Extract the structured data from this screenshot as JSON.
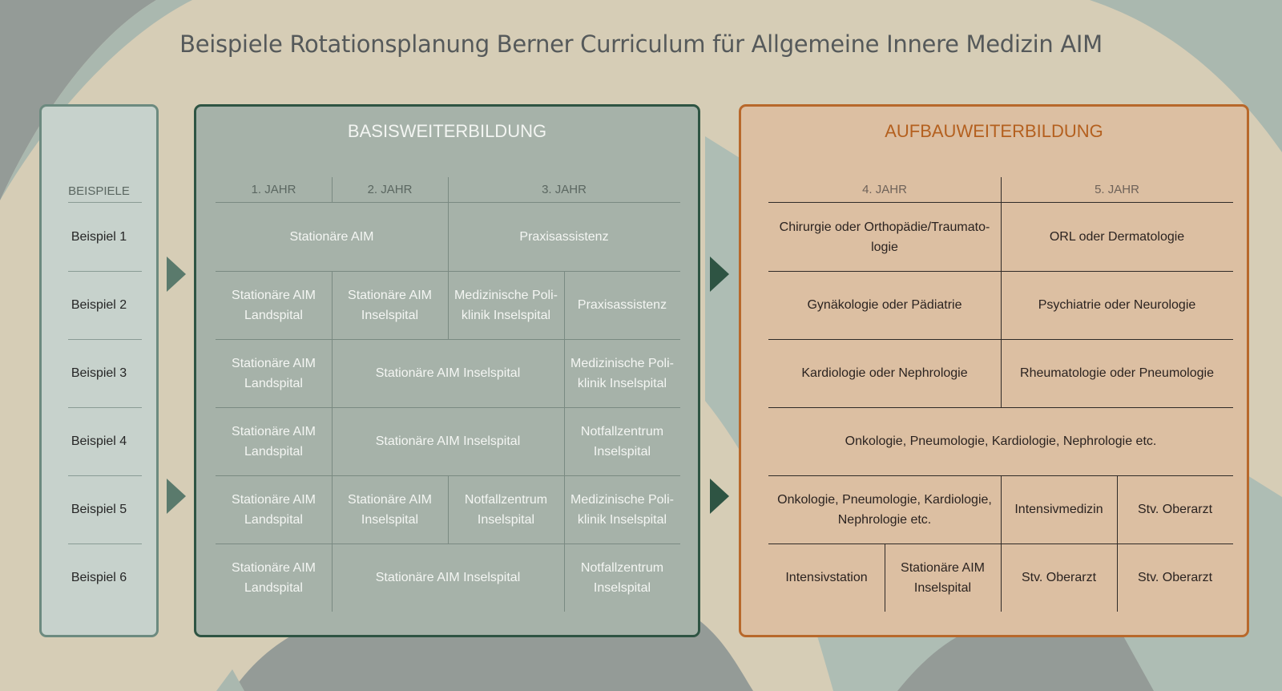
{
  "title": "Beispiele Rotationsplanung Berner Curriculum für Allgemeine Innere Medizin AIM",
  "examples": {
    "header": "BEISPIELE",
    "items": [
      "Beispiel 1",
      "Beispiel 2",
      "Beispiel 3",
      "Beispiel 4",
      "Beispiel 5",
      "Beispiel 6"
    ]
  },
  "basis": {
    "title": "BASISWEITERBILDUNG",
    "years": [
      "1. JAHR",
      "2. JAHR",
      "3. JAHR"
    ],
    "rows": [
      [
        "Stationäre AIM",
        "Praxisassistenz"
      ],
      [
        "Stationäre AIM Landspital",
        "Stationäre AIM Inselspital",
        "Medizinische Poli-klinik Inselspital",
        "Praxisassistenz"
      ],
      [
        "Stationäre AIM Landspital",
        "Stationäre AIM Inselspital",
        "Medizinische Poli-klinik Inselspital"
      ],
      [
        "Stationäre AIM Landspital",
        "Stationäre AIM Inselspital",
        "Notfallzentrum Inselspital"
      ],
      [
        "Stationäre AIM Landspital",
        "Stationäre AIM Inselspital",
        "Notfallzentrum Inselspital",
        "Medizinische Poli-klinik Inselspital"
      ],
      [
        "Stationäre AIM Landspital",
        "Stationäre AIM Inselspital",
        "Notfallzentrum Inselspital"
      ]
    ]
  },
  "aufbau": {
    "title": "AUFBAUWEITERBILDUNG",
    "years": [
      "4. JAHR",
      "5. JAHR"
    ],
    "rows": [
      [
        "Chirurgie oder Orthopädie/Traumato-logie",
        "ORL oder Dermatologie"
      ],
      [
        "Gynäkologie oder Pädiatrie",
        "Psychiatrie oder Neurologie"
      ],
      [
        "Kardiologie oder Nephrologie",
        "Rheumatologie oder Pneumologie"
      ],
      [
        "Onkologie, Pneumologie, Kardiologie, Nephrologie etc."
      ],
      [
        "Onkologie, Pneumologie, Kardiologie, Nephrologie etc.",
        "Intensivmedizin",
        "Stv. Oberarzt"
      ],
      [
        "Intensivstation",
        "Stationäre AIM Inselspital",
        "Stv. Oberarzt",
        "Stv. Oberarzt"
      ]
    ]
  },
  "colors": {
    "background": "#d6cdb6",
    "basis_panel": "#a6b2a9",
    "basis_border": "#2e5443",
    "aufbau_panel": "#dcbfa2",
    "aufbau_border": "#b8682b",
    "examples_panel": "#c7d2cc"
  }
}
